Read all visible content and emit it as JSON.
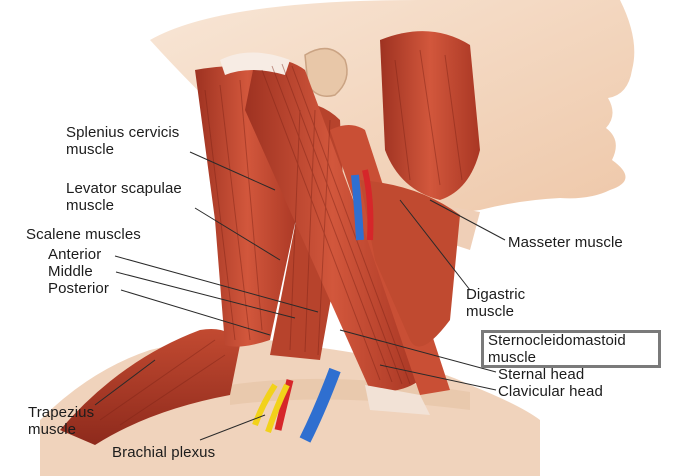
{
  "labels": {
    "splenius": [
      "Splenius cervicis",
      "muscle"
    ],
    "levator": [
      "Levator scapulae",
      "muscle"
    ],
    "scalene": "Scalene muscles",
    "anterior": "Anterior",
    "middle": "Middle",
    "posterior": "Posterior",
    "trapezius": [
      "Trapezius",
      "muscle"
    ],
    "brachial": "Brachial plexus",
    "masseter": "Masseter muscle",
    "digastric": [
      "Digastric",
      "muscle"
    ],
    "scm": [
      "Sternocleidomastoid",
      "muscle"
    ],
    "sternal": "Sternal head",
    "clavicular": "Clavicular head"
  },
  "colors": {
    "muscle": "#c4452f",
    "muscle_dark": "#8e2a1c",
    "skin": "#f3d6bf",
    "nerve": "#f2d21a",
    "artery": "#d6262a",
    "vein": "#2f6fd0",
    "leader_line": "#2a2a2a",
    "highlight_box": "#7a7a7a"
  }
}
